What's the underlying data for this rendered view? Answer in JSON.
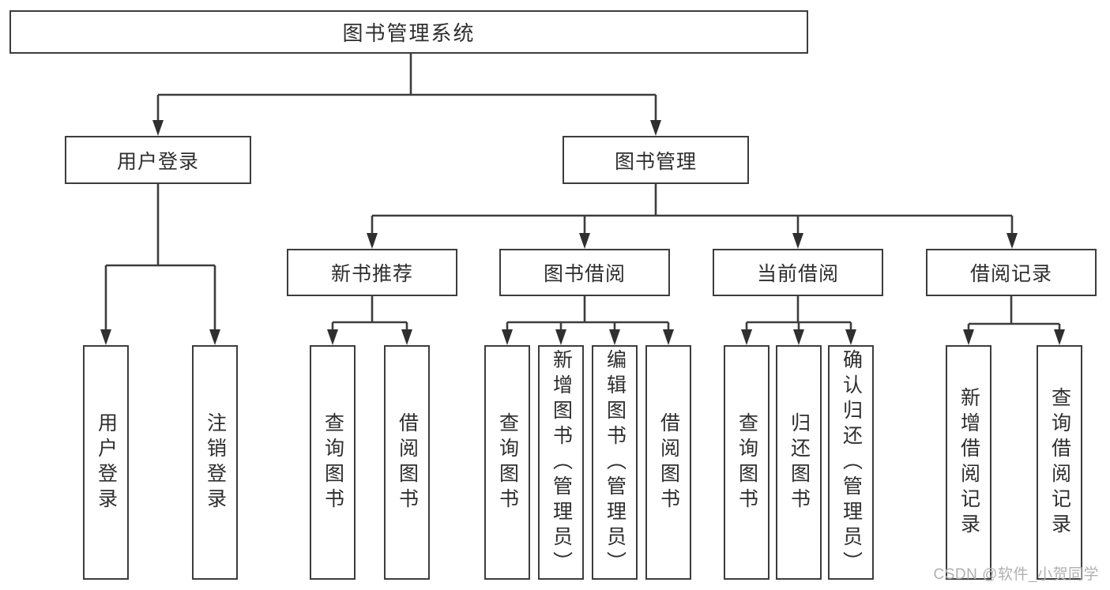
{
  "colors": {
    "line": "#3d3d3d",
    "text": "#2e2e2e",
    "watermark": "#b0b0b0",
    "background": "#ffffff"
  },
  "tree": {
    "label": "图书管理系统",
    "children": [
      {
        "label": "用户登录",
        "children": [
          {
            "label": "用户登录"
          },
          {
            "label": "注销登录"
          }
        ]
      },
      {
        "label": "图书管理",
        "children": [
          {
            "label": "新书推荐",
            "children": [
              {
                "label": "查询图书"
              },
              {
                "label": "借阅图书"
              }
            ]
          },
          {
            "label": "图书借阅",
            "children": [
              {
                "label": "查询图书"
              },
              {
                "label": "新增图书（管理员）"
              },
              {
                "label": "编辑图书（管理员）"
              },
              {
                "label": "借阅图书"
              }
            ]
          },
          {
            "label": "当前借阅",
            "children": [
              {
                "label": "查询图书"
              },
              {
                "label": "归还图书"
              },
              {
                "label": "确认归还（管理员）"
              }
            ]
          },
          {
            "label": "借阅记录",
            "children": [
              {
                "label": "新增借阅记录"
              },
              {
                "label": "查询借阅记录"
              }
            ]
          }
        ]
      }
    ]
  },
  "watermark": {
    "text": "CSDN @软件_小贺同学"
  }
}
